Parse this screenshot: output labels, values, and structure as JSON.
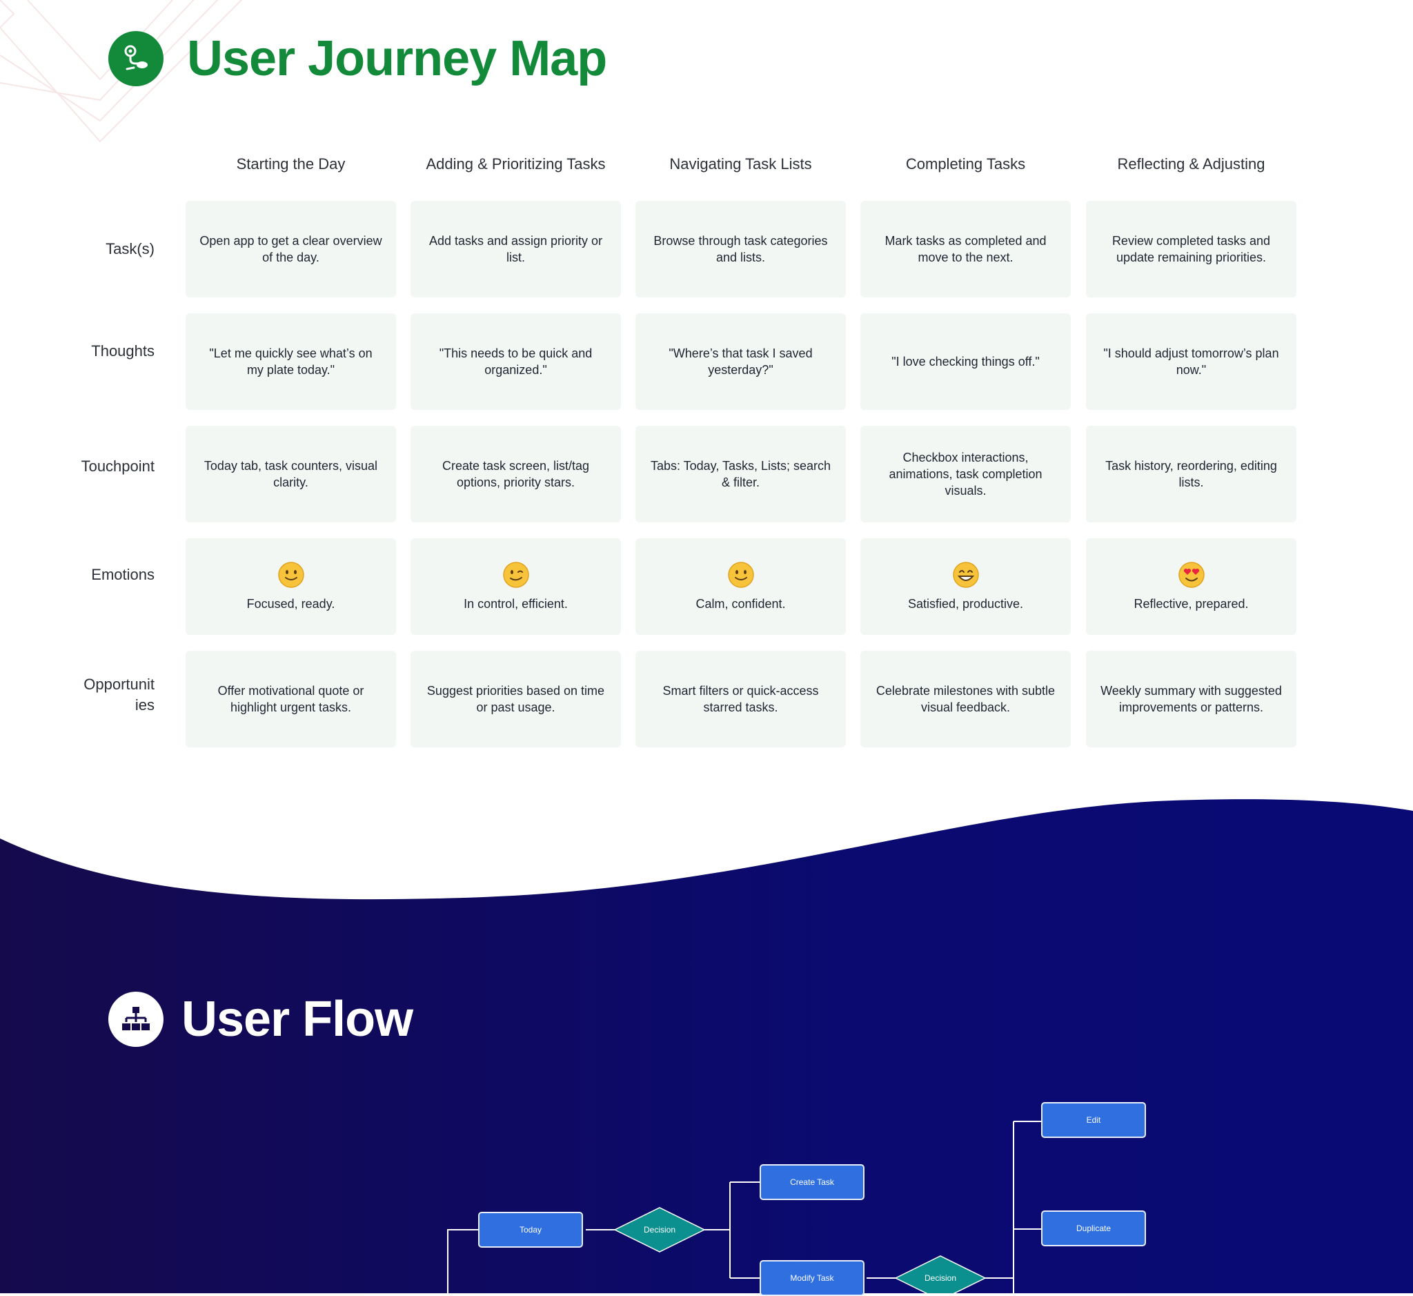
{
  "journey": {
    "title": "User Journey Map",
    "title_color": "#128a3a",
    "cell_bg": "#f3f7f4",
    "stages": [
      "Starting the Day",
      "Adding & Prioritizing Tasks",
      "Navigating Task Lists",
      "Completing Tasks",
      "Reflecting & Adjusting"
    ],
    "rows": [
      {
        "label": "Task(s)",
        "cells": [
          "Open app to get a clear overview of the day.",
          "Add tasks and assign priority or list.",
          "Browse through task categories and lists.",
          "Mark tasks as completed and move to the next.",
          "Review completed tasks and update remaining priorities."
        ]
      },
      {
        "label": "Thoughts",
        "cells": [
          "\"Let me quickly see what’s on my plate today.\"",
          "\"This needs to be quick and organized.\"",
          "\"Where’s that task I saved yesterday?\"",
          "\"I love checking things off.\"",
          "\"I should adjust tomorrow’s plan now.\""
        ]
      },
      {
        "label": "Touchpoint",
        "cells": [
          "Today tab, task counters, visual clarity.",
          "Create task screen, list/tag options, priority stars.",
          "Tabs: Today, Tasks, Lists; search & filter.",
          "Checkbox interactions, animations, task completion visuals.",
          "Task history, reordering, editing lists."
        ]
      },
      {
        "label": "Emotions",
        "cells": [
          "Focused, ready.",
          "In control, efficient.",
          "Calm, confident.",
          "Satisfied, productive.",
          "Reflective, prepared."
        ],
        "emoji_icons": [
          "slight-smile-emoji-icon",
          "wink-emoji-icon",
          "slight-smile-emoji-icon",
          "grin-emoji-icon",
          "heart-eyes-emoji-icon"
        ]
      },
      {
        "label": "Opportunit ies",
        "cells": [
          "Offer motivational quote or highlight urgent tasks.",
          "Suggest priorities based on time or past usage.",
          "Smart filters or quick-access starred tasks.",
          "Celebrate milestones with subtle visual feedback.",
          "Weekly summary with suggested improvements or patterns."
        ]
      }
    ]
  },
  "flow": {
    "title": "User Flow",
    "node_color": "#2f6fe0",
    "decision_color": "#0b8f8f",
    "bg_color": "#0b0b6e",
    "nodes": {
      "today": "Today",
      "decision1": "Decision",
      "create_task": "Create Task",
      "modify_task": "Modify Task",
      "decision2": "Decision",
      "edit": "Edit",
      "duplicate": "Duplicate"
    }
  }
}
